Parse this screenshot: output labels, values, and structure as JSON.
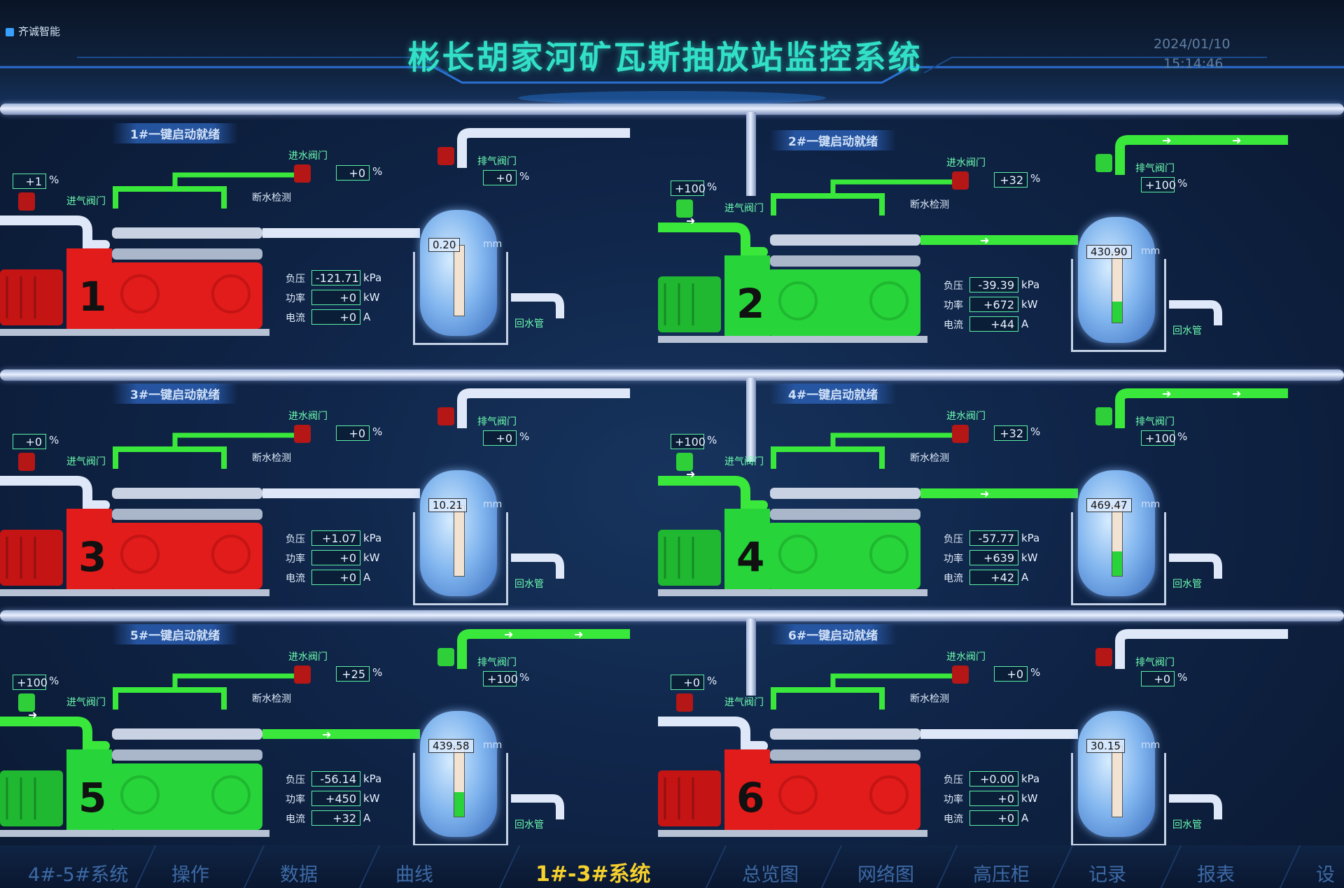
{
  "header": {
    "logo": "齐诚智能",
    "title": "彬长胡家河矿瓦斯抽放站监控系统",
    "date": "2024/01/10",
    "time": "15:14:46"
  },
  "labels": {
    "inlet_water_valve": "进水阀门",
    "inlet_gas_valve": "进气阀门",
    "exhaust_valve": "排气阀门",
    "water_cutoff": "断水检测",
    "return_pipe": "回水管",
    "pressure": "负压",
    "power": "功率",
    "current": "电流",
    "pct": "%",
    "kpa": "kPa",
    "kw": "kW",
    "amp": "A",
    "mm": "mm"
  },
  "units": [
    {
      "title": "1#一键启动就绪",
      "num": "1",
      "state": "stopped",
      "gas_valve": "+1",
      "water_valve": "+0",
      "exhaust_valve": "+0",
      "pressure": "-121.71",
      "power": "+0",
      "current": "+0",
      "tank_level": "0.20",
      "tank_fill": 0.0
    },
    {
      "title": "2#一键启动就绪",
      "num": "2",
      "state": "running",
      "gas_valve": "+100",
      "water_valve": "+32",
      "exhaust_valve": "+100",
      "pressure": "-39.39",
      "power": "+672",
      "current": "+44",
      "tank_level": "430.90",
      "tank_fill": 0.3
    },
    {
      "title": "3#一键启动就绪",
      "num": "3",
      "state": "stopped",
      "gas_valve": "+0",
      "water_valve": "+0",
      "exhaust_valve": "+0",
      "pressure": "+1.07",
      "power": "+0",
      "current": "+0",
      "tank_level": "10.21",
      "tank_fill": 0.0
    },
    {
      "title": "4#一键启动就绪",
      "num": "4",
      "state": "running",
      "gas_valve": "+100",
      "water_valve": "+32",
      "exhaust_valve": "+100",
      "pressure": "-57.77",
      "power": "+639",
      "current": "+42",
      "tank_level": "469.47",
      "tank_fill": 0.35
    },
    {
      "title": "5#一键启动就绪",
      "num": "5",
      "state": "running",
      "gas_valve": "+100",
      "water_valve": "+25",
      "exhaust_valve": "+100",
      "pressure": "-56.14",
      "power": "+450",
      "current": "+32",
      "tank_level": "439.58",
      "tank_fill": 0.35
    },
    {
      "title": "6#一键启动就绪",
      "num": "6",
      "state": "stopped",
      "gas_valve": "+0",
      "water_valve": "+0",
      "exhaust_valve": "+0",
      "pressure": "+0.00",
      "power": "+0",
      "current": "+0",
      "tank_level": "30.15",
      "tank_fill": 0.0
    }
  ],
  "nav": {
    "items": [
      "4#-5#系统",
      "操作",
      "数据",
      "曲线",
      "1#-3#系统",
      "总览图",
      "网络图",
      "高压柜",
      "记录",
      "报表",
      "设置"
    ],
    "active": "1#-3#系统"
  },
  "colors": {
    "running": "#27d43a",
    "stopped": "#e21b1b",
    "pipe_green": "#39e83a",
    "title": "#32e0c8",
    "active_nav": "#f6d12e"
  }
}
